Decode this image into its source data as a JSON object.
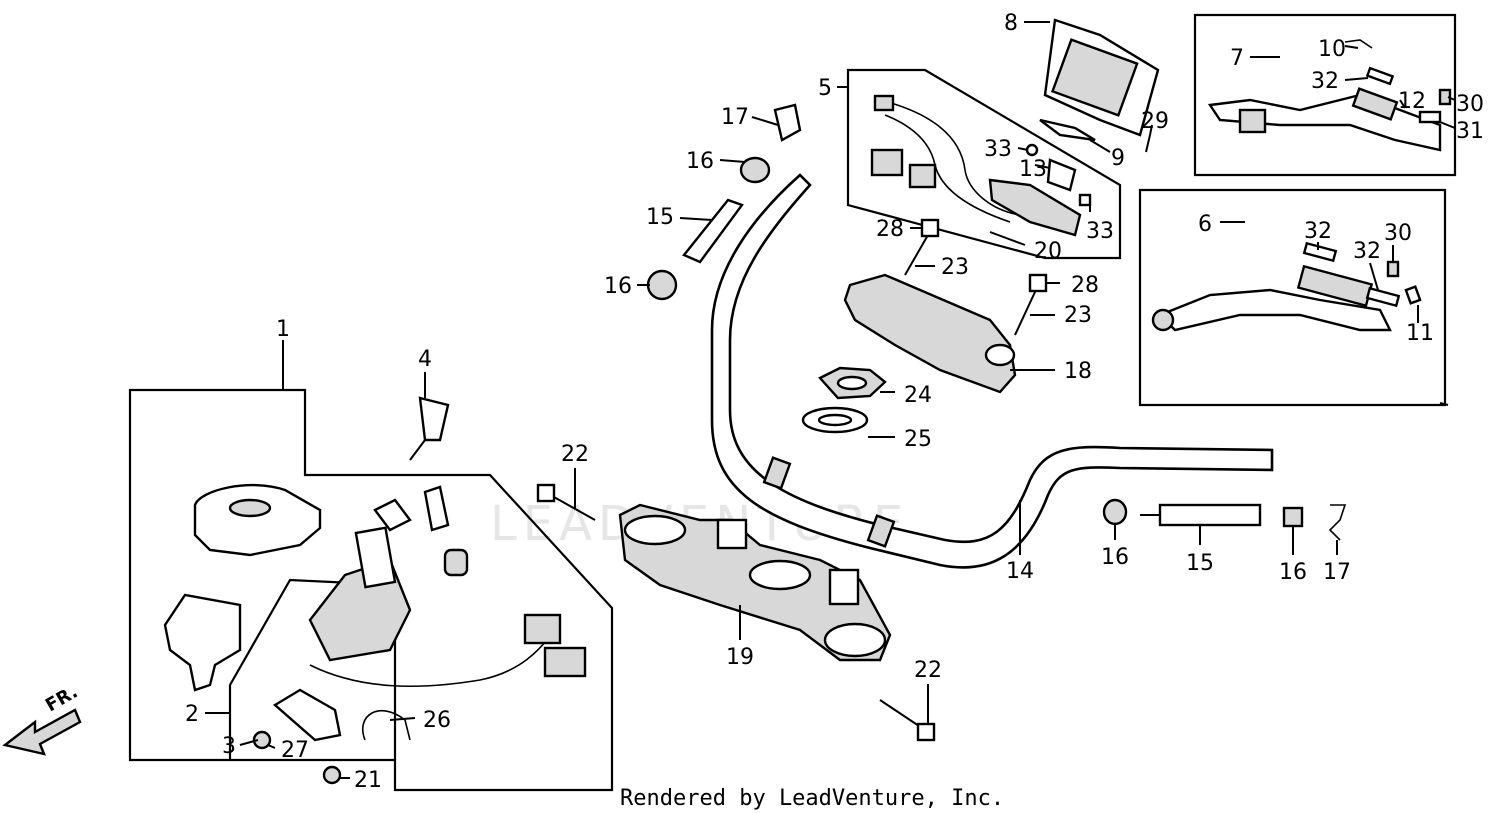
{
  "watermark": "LEADVENTURE",
  "credit": "Rendered by LeadVenture, Inc.",
  "front_arrow": "FR.",
  "callouts": [
    {
      "id": "c1",
      "text": "1"
    },
    {
      "id": "c2",
      "text": "2"
    },
    {
      "id": "c3",
      "text": "3"
    },
    {
      "id": "c4",
      "text": "4"
    },
    {
      "id": "c5",
      "text": "5"
    },
    {
      "id": "c6",
      "text": "6"
    },
    {
      "id": "c7",
      "text": "7"
    },
    {
      "id": "c8",
      "text": "8"
    },
    {
      "id": "c9",
      "text": "9"
    },
    {
      "id": "c10",
      "text": "10"
    },
    {
      "id": "c11",
      "text": "11"
    },
    {
      "id": "c12",
      "text": "12"
    },
    {
      "id": "c13",
      "text": "13"
    },
    {
      "id": "c14",
      "text": "14"
    },
    {
      "id": "c15a",
      "text": "15"
    },
    {
      "id": "c15b",
      "text": "15"
    },
    {
      "id": "c16a",
      "text": "16"
    },
    {
      "id": "c16b",
      "text": "16"
    },
    {
      "id": "c16c",
      "text": "16"
    },
    {
      "id": "c16d",
      "text": "16"
    },
    {
      "id": "c17a",
      "text": "17"
    },
    {
      "id": "c17b",
      "text": "17"
    },
    {
      "id": "c18",
      "text": "18"
    },
    {
      "id": "c19",
      "text": "19"
    },
    {
      "id": "c20",
      "text": "20"
    },
    {
      "id": "c21",
      "text": "21"
    },
    {
      "id": "c22a",
      "text": "22"
    },
    {
      "id": "c22b",
      "text": "22"
    },
    {
      "id": "c23a",
      "text": "23"
    },
    {
      "id": "c23b",
      "text": "23"
    },
    {
      "id": "c24",
      "text": "24"
    },
    {
      "id": "c25",
      "text": "25"
    },
    {
      "id": "c26",
      "text": "26"
    },
    {
      "id": "c27",
      "text": "27"
    },
    {
      "id": "c28a",
      "text": "28"
    },
    {
      "id": "c28b",
      "text": "28"
    },
    {
      "id": "c29",
      "text": "29"
    },
    {
      "id": "c30a",
      "text": "30"
    },
    {
      "id": "c30b",
      "text": "30"
    },
    {
      "id": "c31",
      "text": "31"
    },
    {
      "id": "c32a",
      "text": "32"
    },
    {
      "id": "c32b",
      "text": "32"
    },
    {
      "id": "c32c",
      "text": "32"
    },
    {
      "id": "c33a",
      "text": "33"
    },
    {
      "id": "c33b",
      "text": "33"
    }
  ]
}
